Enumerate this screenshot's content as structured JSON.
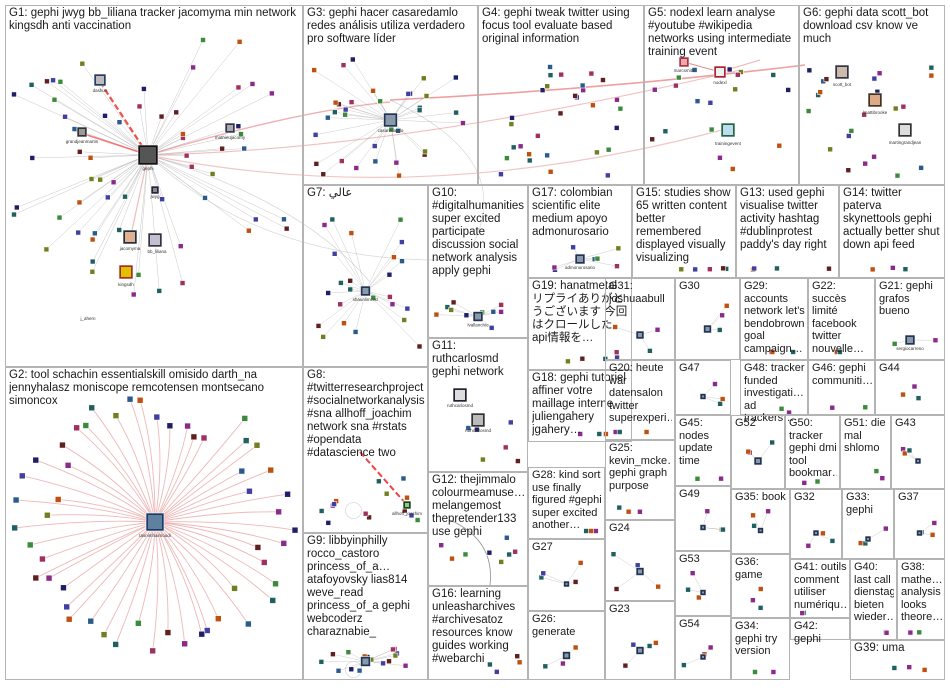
{
  "groups": [
    {
      "id": "G1",
      "label": "G1: gephi jwyg bb_liliana tracker jacomyma min network kingsdh anti vaccination"
    },
    {
      "id": "G2",
      "label": "G2: tool schachin essentialskill omisido darth_na jennyhalasz moniscope remcotensen montsecano simoncox"
    },
    {
      "id": "G3",
      "label": "G3: gephi hacer casaredamlo redes análisis utiliza verdadero pro software líder"
    },
    {
      "id": "G4",
      "label": "G4: gephi tweak twitter using focus tool evaluate based original information"
    },
    {
      "id": "G5",
      "label": "G5: nodexl learn analyse #youtube #wikipedia networks using intermediate training event"
    },
    {
      "id": "G6",
      "label": "G6: gephi data scott_bot download csv know ve much"
    },
    {
      "id": "G7",
      "label": "G7: عالي"
    },
    {
      "id": "G8",
      "label": "G8: #twitterresearchproject #socialnetworkanalysis #sna allhoff_joachim network sna #rstats #opendata #datascience two"
    },
    {
      "id": "G9",
      "label": "G9: libbyinphilly rocco_castoro princess_of_a… atafoyovsky lias814 weve_read princess_of_a gephi webcoderz charaznabie_"
    },
    {
      "id": "G10",
      "label": "G10: #digitalhumanities super excited participate discussion social network analysis apply gephi"
    },
    {
      "id": "G11",
      "label": "G11: ruthcarlosmd gephi network"
    },
    {
      "id": "G12",
      "label": "G12: thejimmalo colourmeamuse… melangemost thepretender133 use gephi"
    },
    {
      "id": "G13",
      "label": "G13: used gephi visualise twitter activity hashtag #dublinprotest paddy's day right"
    },
    {
      "id": "G14",
      "label": "G14: twitter paterva skynettools gephi actually better shut down api feed"
    },
    {
      "id": "G15",
      "label": "G15: studies show 65 written content better remembered displayed visually visualizing"
    },
    {
      "id": "G16",
      "label": "G16: learning unleasharchives #archivesatoz resources know guides working #webarchi"
    },
    {
      "id": "G17",
      "label": "G17: colombian scientific elite medium apoyo admonurosario"
    },
    {
      "id": "G18",
      "label": "G18: gephi tutoriel affiner votre maillage interne juliengahery jgahery…"
    },
    {
      "id": "G19",
      "label": "G19: hanatmetal リプライありがとうございます 今回はクロールした api情報を…"
    },
    {
      "id": "G20",
      "label": "G20: heute war datensalon twitter superexperi…"
    },
    {
      "id": "G21",
      "label": "G21: gephi grafos bueno"
    },
    {
      "id": "G22",
      "label": "G22: succès limité facebook twitter nouvelle…"
    },
    {
      "id": "G23",
      "label": "G23"
    },
    {
      "id": "G24",
      "label": "G24"
    },
    {
      "id": "G25",
      "label": "G25: kevin_mcke… gephi graph purpose"
    },
    {
      "id": "G26",
      "label": "G26: generate"
    },
    {
      "id": "G27",
      "label": "G27"
    },
    {
      "id": "G28",
      "label": "G28: kind sort use finally figured #gephi super excited another…"
    },
    {
      "id": "G29",
      "label": "G29: accounts network let's bendobrown goal campaign…"
    },
    {
      "id": "G30",
      "label": "G30"
    },
    {
      "id": "G31",
      "label": "G31: joshuaabull"
    },
    {
      "id": "G32",
      "label": "G32"
    },
    {
      "id": "G33",
      "label": "G33: gephi"
    },
    {
      "id": "G34",
      "label": "G34: gephi try version"
    },
    {
      "id": "G35",
      "label": "G35: book"
    },
    {
      "id": "G36",
      "label": "G36: game"
    },
    {
      "id": "G37",
      "label": "G37"
    },
    {
      "id": "G38",
      "label": "G38: mathe… analysis looks theore…"
    },
    {
      "id": "G39",
      "label": "G39: uma"
    },
    {
      "id": "G40",
      "label": "G40: last call dienstag bieten wieder…"
    },
    {
      "id": "G41",
      "label": "G41: outils comment utiliser numériqu…"
    },
    {
      "id": "G42",
      "label": "G42: gephi"
    },
    {
      "id": "G43",
      "label": "G43"
    },
    {
      "id": "G44",
      "label": "G44"
    },
    {
      "id": "G45",
      "label": "G45: nodes update time"
    },
    {
      "id": "G46",
      "label": "G46: gephi communiti…"
    },
    {
      "id": "G47",
      "label": "G47"
    },
    {
      "id": "G48",
      "label": "G48: tracker funded investigati… ad trackers…"
    },
    {
      "id": "G49",
      "label": "G49"
    },
    {
      "id": "G50",
      "label": "G50: tracker gephi dmi tool bookmar…"
    },
    {
      "id": "G51",
      "label": "G51: die mal shlomo"
    },
    {
      "id": "G52",
      "label": "G52"
    },
    {
      "id": "G53",
      "label": "G53"
    },
    {
      "id": "G54",
      "label": "G54"
    }
  ],
  "node_labels": {
    "g1": [
      "dashun",
      "gephi",
      "grandjeanmartin",
      "jacomyma",
      "bb_liliana",
      "kingsdh",
      "mathieujacomy",
      "jwyg",
      "j_ahern"
    ],
    "g2_hub": "tasnimhaimoudi",
    "g3_hub": "casaredamlo",
    "g5": [
      "marcsmith",
      "nodexl",
      "trainingevent"
    ],
    "g6": [
      "scott_bot",
      "lmattibrooke",
      "martingrandjean"
    ],
    "g7_hub": "shaunlimcwz",
    "g8_hub": "allhoff_joachim",
    "g10_hub": "lvallanchio",
    "g11": [
      "ruthcarlosmd",
      "ruthcarlosmd"
    ],
    "g17_hub": "admonurosario",
    "g21_hub": "sergiocarreno"
  },
  "colors": {
    "edge_to_hub": "#e8a0a0",
    "edge_self": "#d06060",
    "edge_strong": "#ee2222",
    "edge_grey": "#9a9a9a",
    "box_border": "#b4b4b4",
    "node_palette": [
      "#1f1f66",
      "#2a5b8c",
      "#3c8a3c",
      "#8a2a8a",
      "#c05010",
      "#206060",
      "#602020",
      "#4040a0",
      "#708020",
      "#a03060"
    ]
  }
}
